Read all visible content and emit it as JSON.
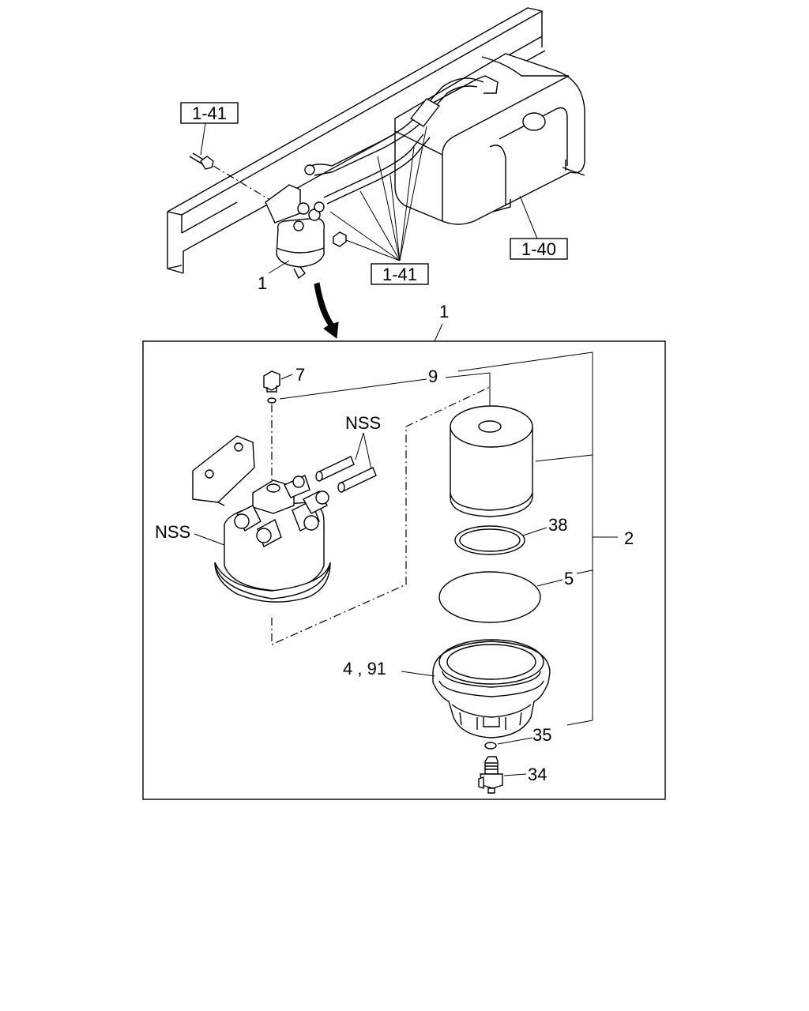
{
  "refs": {
    "bolt_ref": "1-41",
    "pipe_ref": "1-41",
    "tank_ref": "1-40"
  },
  "callouts": {
    "assembly_top": "1",
    "assembly_box": "1",
    "plug": "7",
    "washer": "9",
    "nss_pipes": "NSS",
    "nss_body": "NSS",
    "oring_38": "38",
    "filter_kit": "2",
    "gasket_5": "5",
    "case": "4 , 91",
    "oring_35": "35",
    "drain_34": "34"
  }
}
